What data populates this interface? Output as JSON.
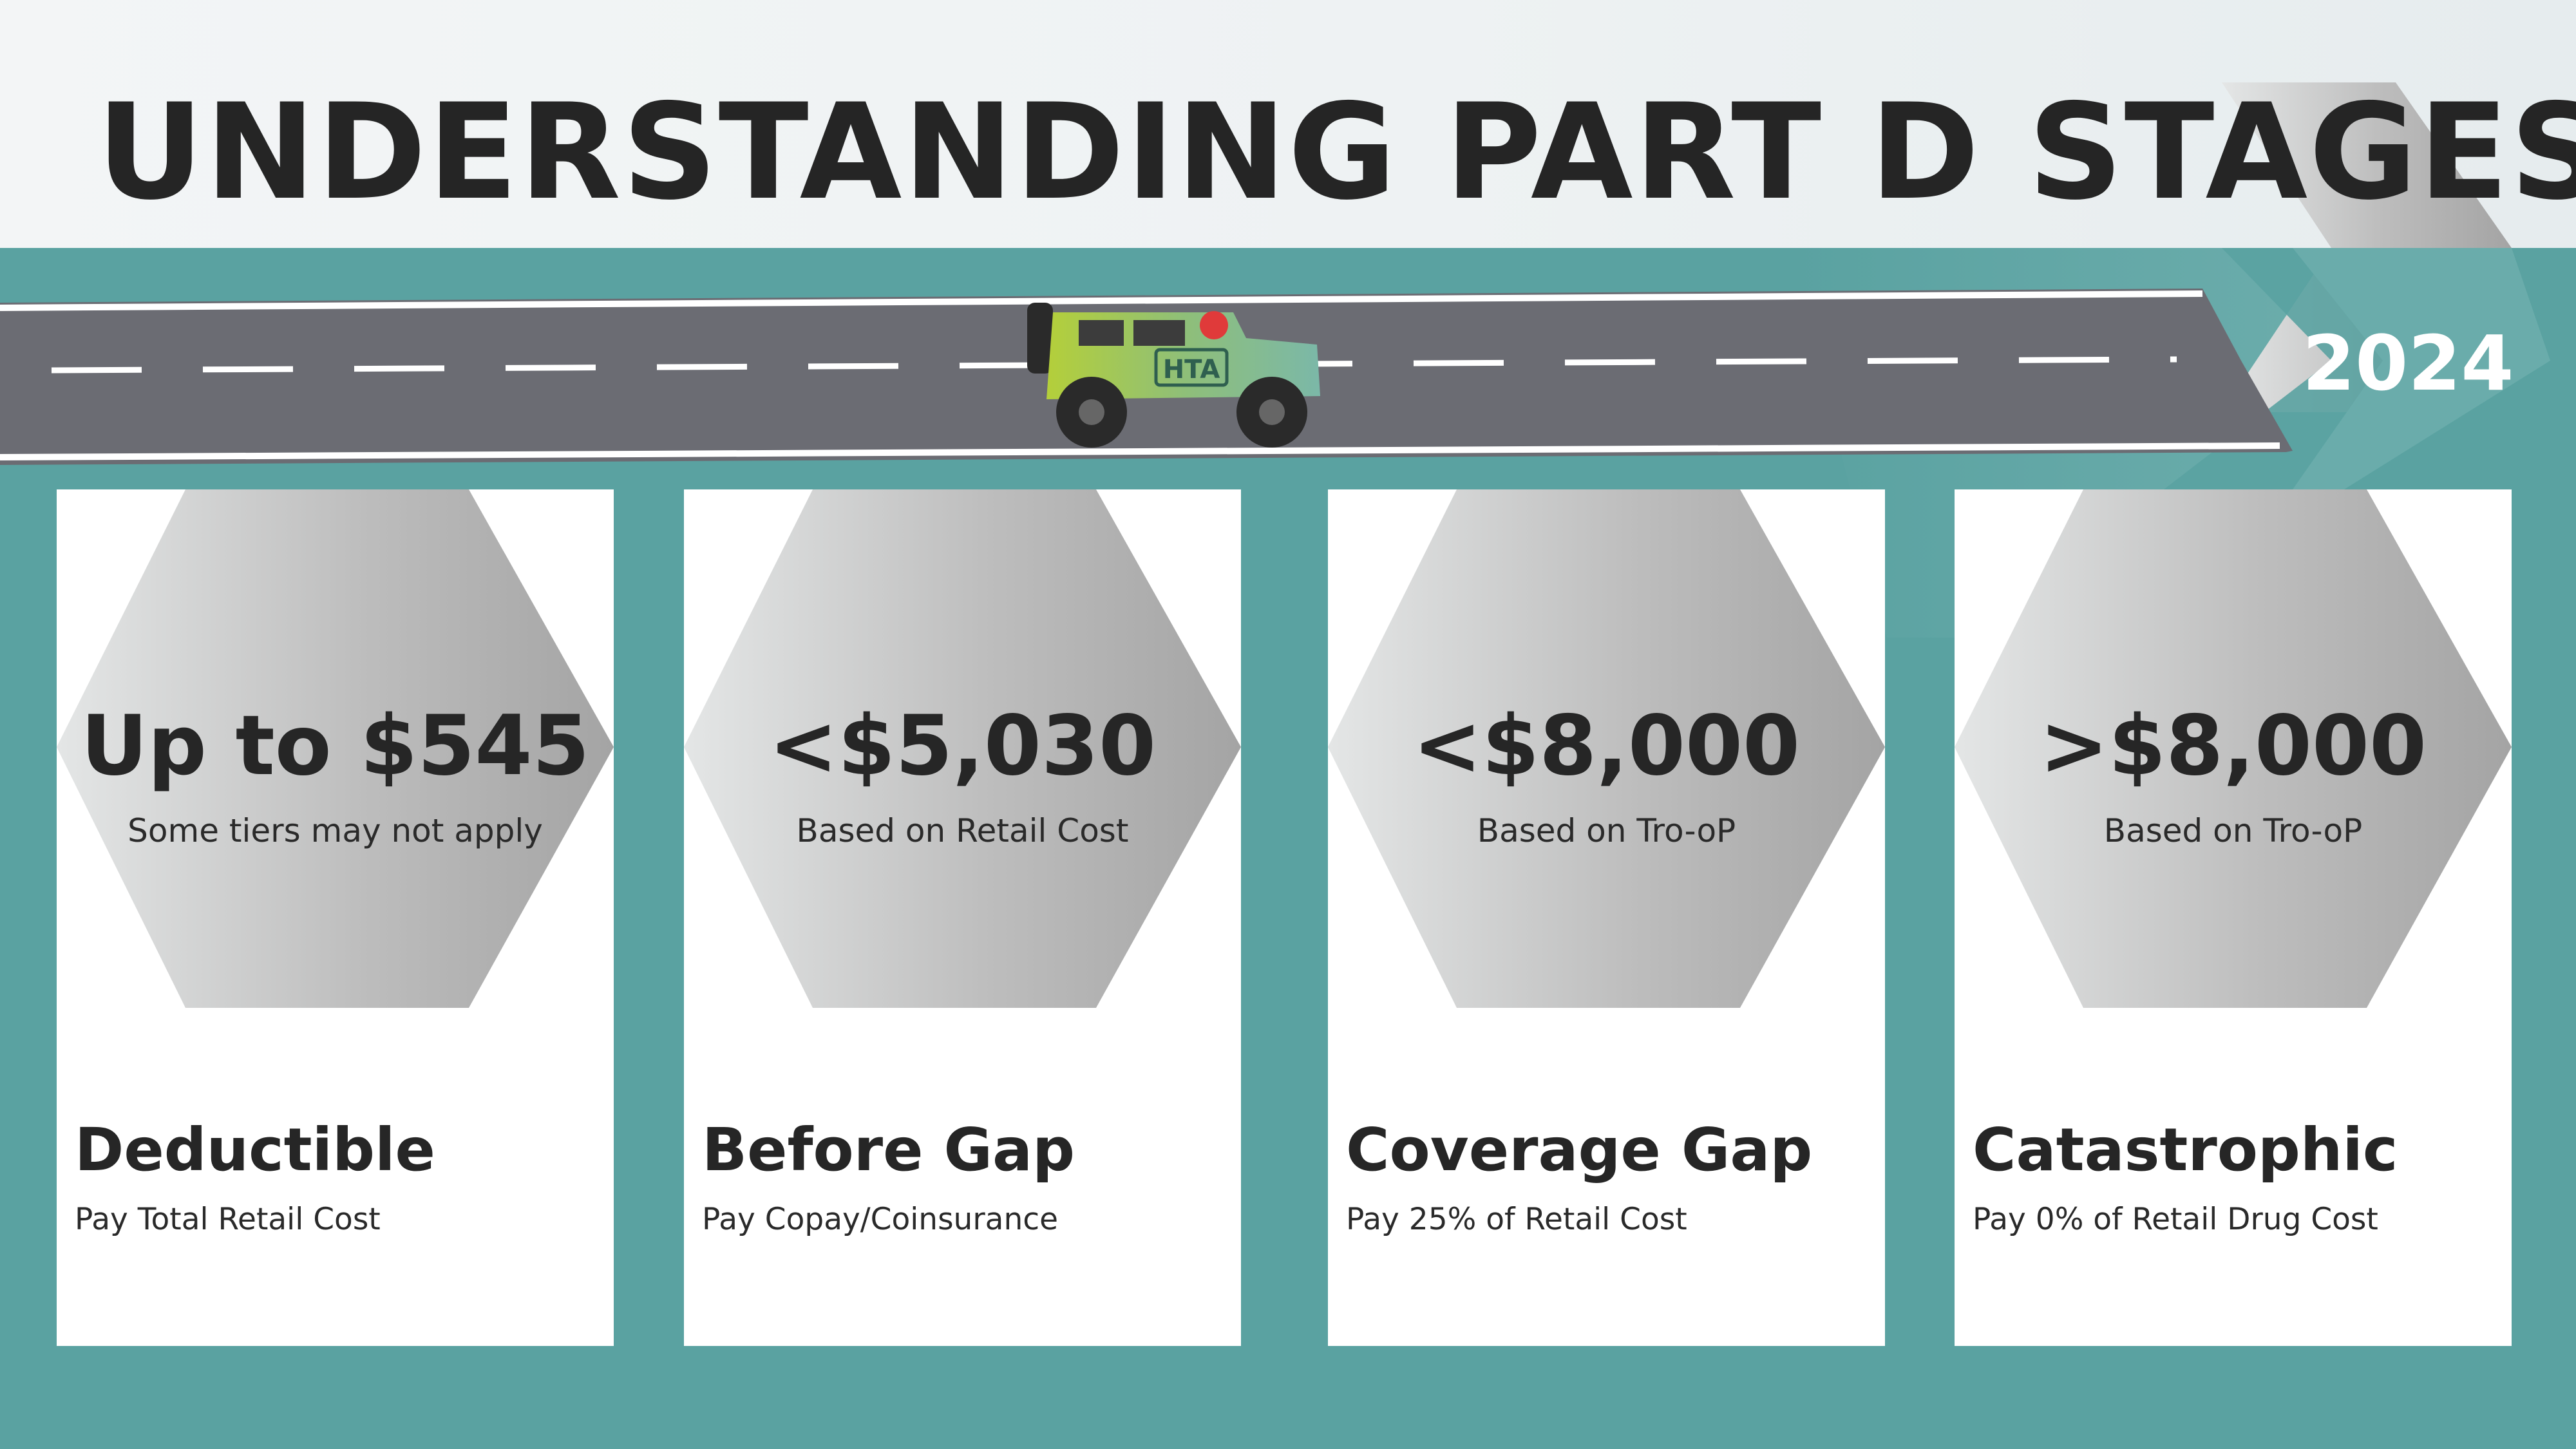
{
  "title": "UNDERSTANDING PART D STAGES",
  "year": "2024",
  "vehicle_logo": "HTA",
  "colors": {
    "teal": "#5aa2a1",
    "road": "#6b6c73",
    "text": "#262626",
    "card": "#ffffff"
  },
  "stages": [
    {
      "amount": "Up to $545",
      "basis": "Some tiers may not apply",
      "name": "Deductible",
      "pay": "Pay Total Retail Cost"
    },
    {
      "amount": "<$5,030",
      "basis": "Based on Retail Cost",
      "name": "Before Gap",
      "pay": "Pay Copay/Coinsurance"
    },
    {
      "amount": "<$8,000",
      "basis": "Based on Tro-oP",
      "name": "Coverage Gap",
      "pay": "Pay 25% of Retail Cost"
    },
    {
      "amount": ">$8,000",
      "basis": "Based on Tro-oP",
      "name": "Catastrophic",
      "pay": "Pay 0% of Retail Drug Cost"
    }
  ]
}
